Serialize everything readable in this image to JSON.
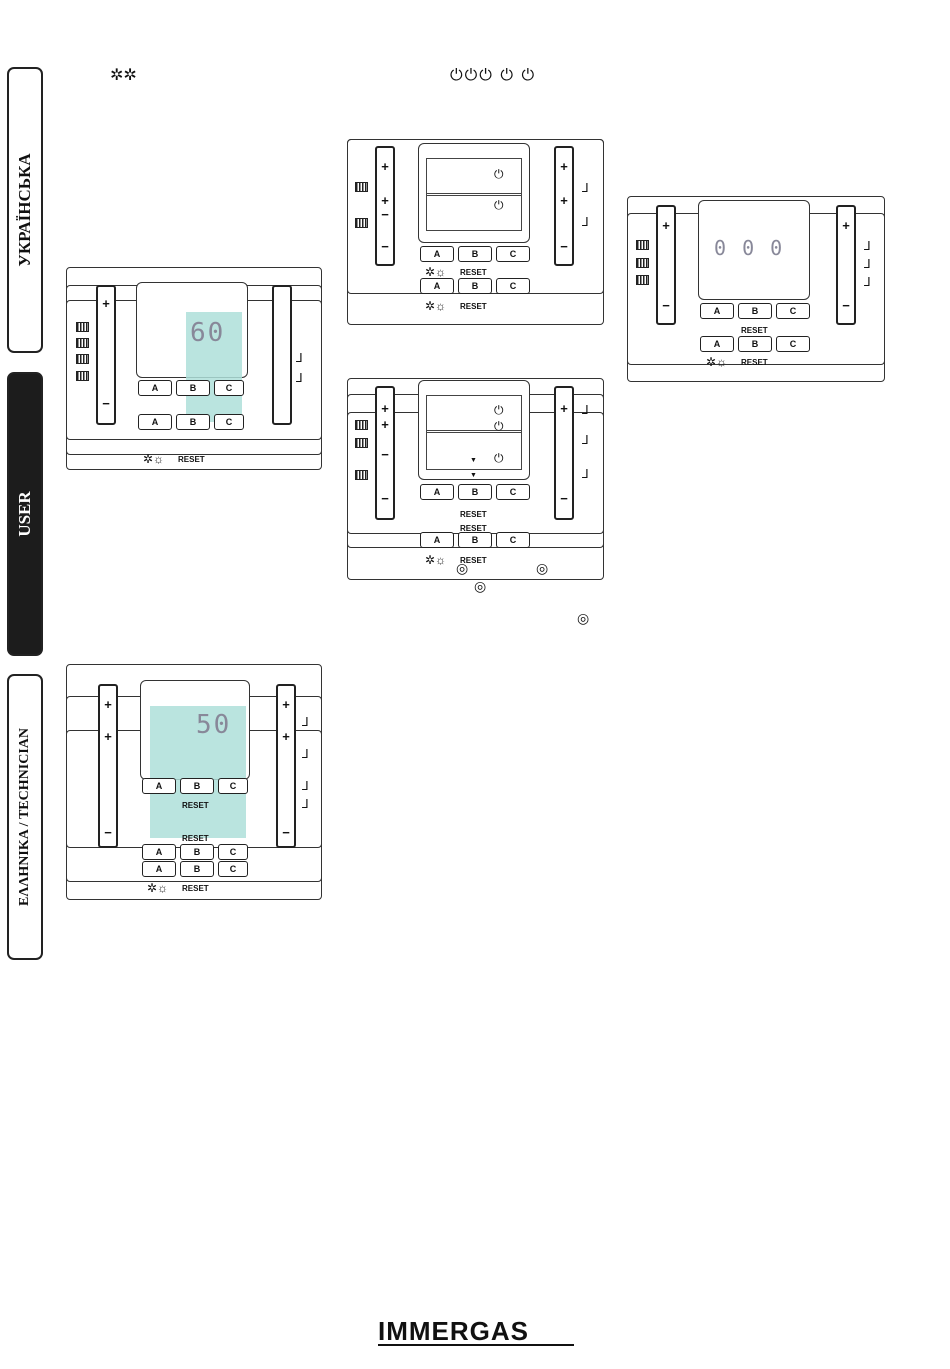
{
  "tabs": {
    "top": "УКРАЇНСЬКА",
    "middle": "USER",
    "bottom": "ΕΛΛΗΝΙΚΑ / TECHNICIAN"
  },
  "header": {
    "icons_left": "✲✲",
    "icons_right": "⏻⏻⏻ ⏻ ⏻"
  },
  "control_panel": {
    "btn_a": "A",
    "btn_b": "B",
    "btn_c": "C",
    "reset": "RESET",
    "plus": "+",
    "minus": "−",
    "mode_icons": "✲☼",
    "tap_icon": "⅃",
    "power_icon": "⏻",
    "down_icon": "▼"
  },
  "displays": {
    "figure_a_digits": "60",
    "figure_e_digits": "50",
    "figure_c_digits": "0 0 0"
  },
  "brand": {
    "logo": "IMMERGAS"
  }
}
